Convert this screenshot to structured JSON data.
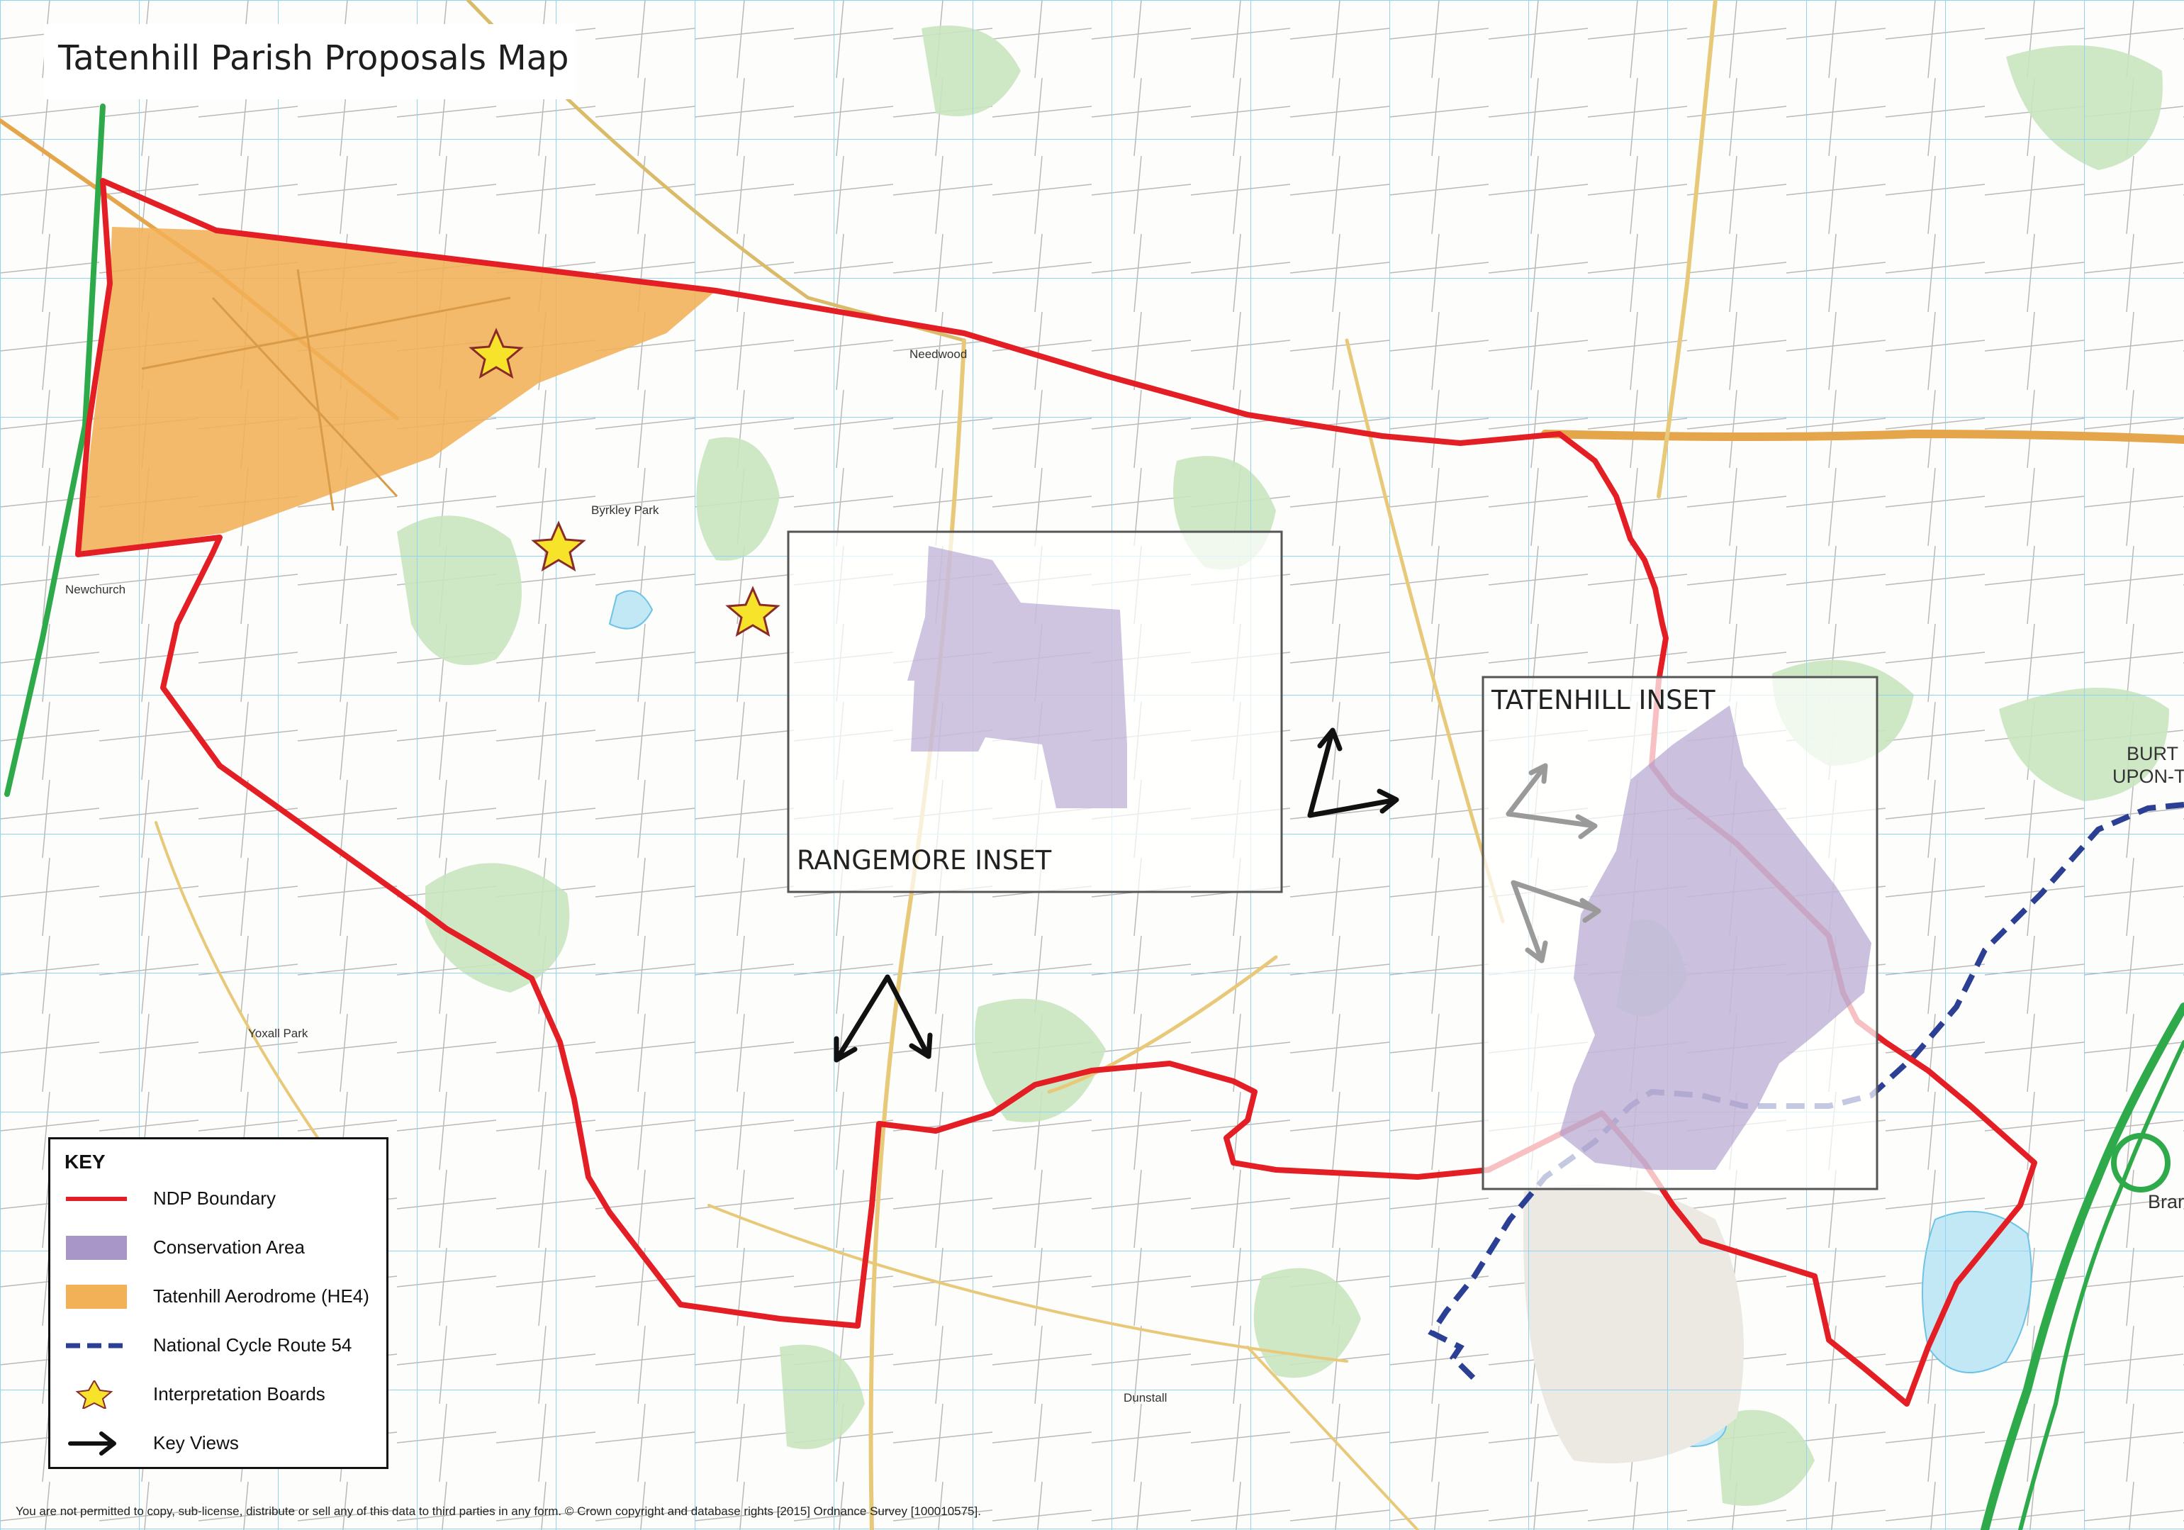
{
  "title": "Tatenhill Parish Proposals Map",
  "insets": {
    "rangemore": "RANGEMORE INSET",
    "tatenhill": "TATENHILL INSET"
  },
  "places": {
    "newchurch": "Newchurch",
    "byrkley_park": "Byrkley Park",
    "yoxall_park": "Yoxall Park",
    "needwood": "Needwood",
    "dunstall": "Dunstall",
    "burton": "BURT",
    "upon_trent": "UPON-T",
    "branston": "Brans"
  },
  "key": {
    "title": "KEY",
    "items": [
      {
        "label": "NDP Boundary",
        "symbol": "red-line",
        "color": "#e31e24"
      },
      {
        "label": "Conservation Area",
        "symbol": "purple-fill",
        "color": "#a896c8"
      },
      {
        "label": "Tatenhill Aerodrome (HE4)",
        "symbol": "orange-fill",
        "color": "#f2b057"
      },
      {
        "label": "National Cycle Route 54",
        "symbol": "blue-dash",
        "color": "#2b3f94"
      },
      {
        "label": "Interpretation Boards",
        "symbol": "star-icon",
        "color": "#f7e32a"
      },
      {
        "label": "Key Views",
        "symbol": "arrow-icon",
        "color": "#111111"
      }
    ]
  },
  "copyright": "You are not permitted to copy, sub-license, distribute or sell any of this data to third parties in any form. © Crown copyright and database rights [2015] Ordnance Survey [100010575]."
}
